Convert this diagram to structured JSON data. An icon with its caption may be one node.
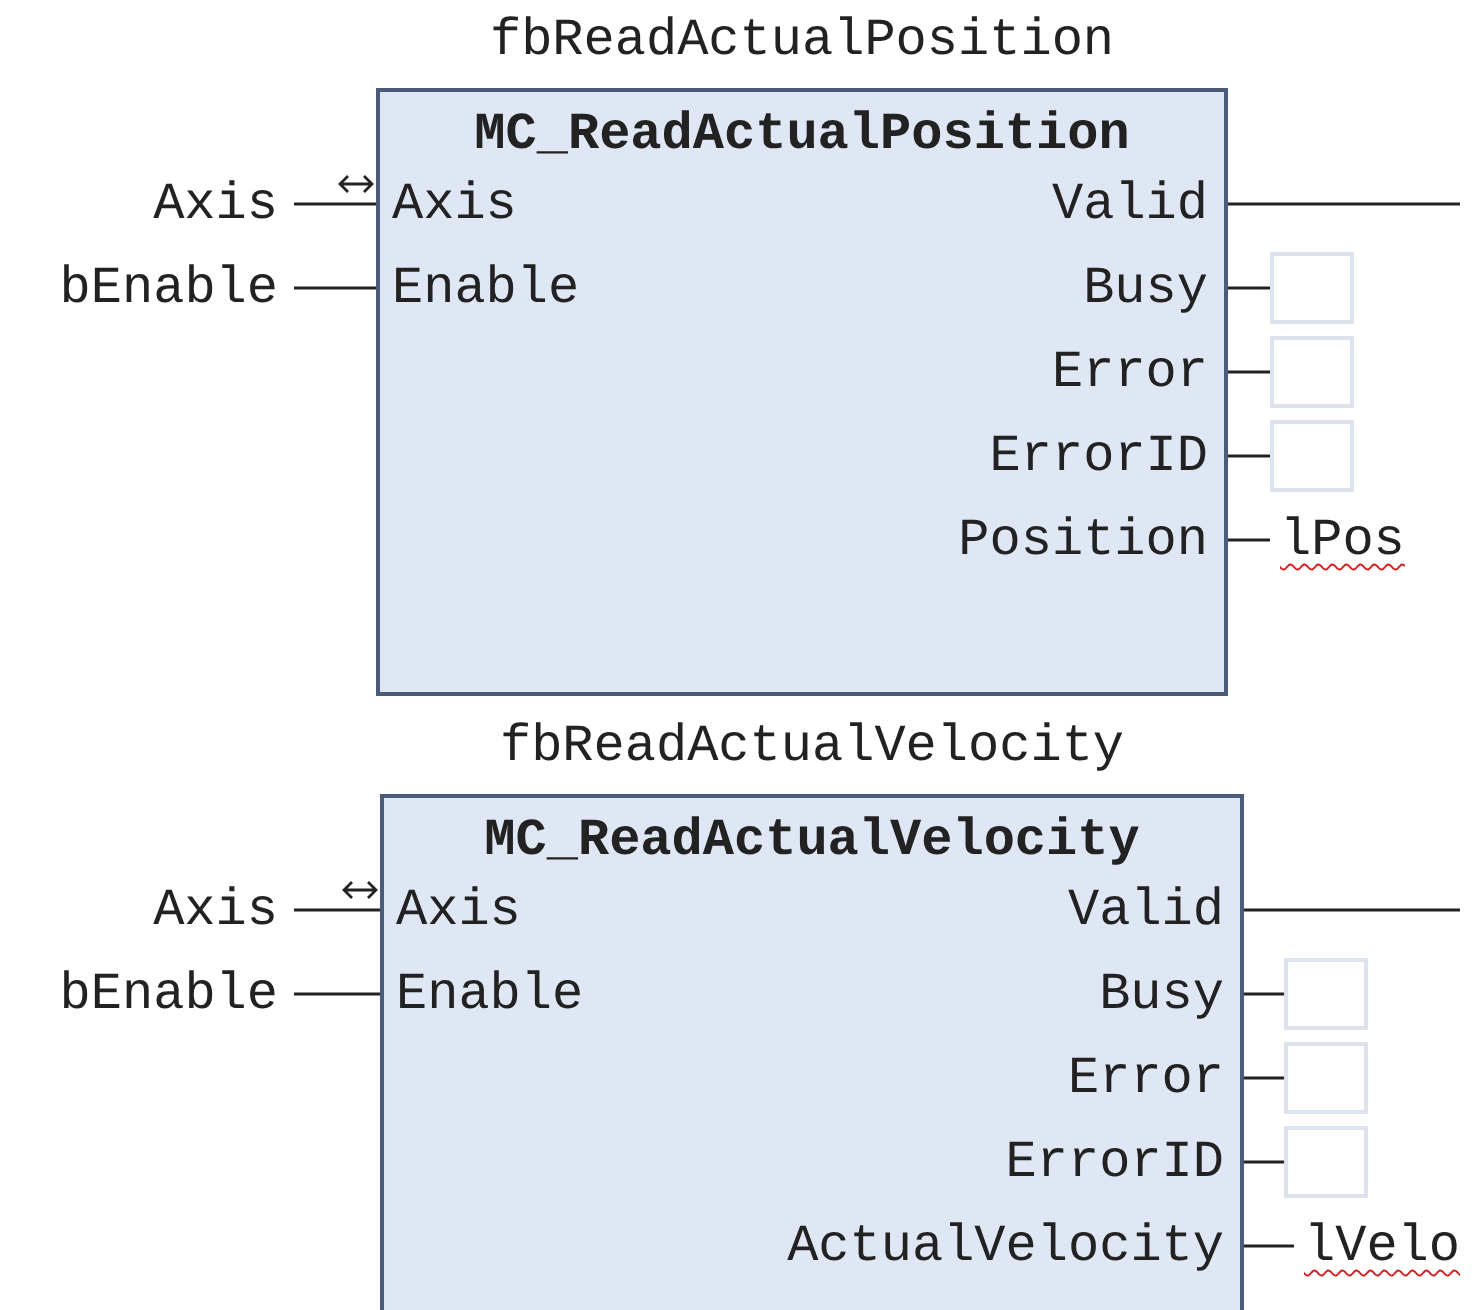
{
  "diagram": {
    "nodes": [
      {
        "text": [
          "fbReadActualPosition",
          "MC_ReadActualPosition",
          "Axis",
          "Enable",
          "Valid",
          "Busy",
          "Error",
          "ErrorID",
          "Position"
        ]
      },
      {
        "text": [
          "Axis"
        ]
      },
      {
        "text": [
          "bEnable"
        ]
      },
      {
        "text": [],
        "shape": "box"
      },
      {
        "text": [],
        "shape": "box"
      },
      {
        "text": [],
        "shape": "box"
      },
      {
        "text": [
          "lPos"
        ]
      },
      {
        "text": [
          "fbReadActualVelocity",
          "MC_ReadActualVelocity",
          "Axis",
          "Enable",
          "Valid",
          "Busy",
          "Error",
          "ErrorID",
          "ActualVelocity"
        ]
      },
      {
        "text": [
          "Axis"
        ]
      },
      {
        "text": [
          "bEnable"
        ]
      },
      {
        "text": [],
        "shape": "box"
      },
      {
        "text": [],
        "shape": "box"
      },
      {
        "text": [],
        "shape": "box"
      },
      {
        "text": [
          "lVelo"
        ]
      }
    ],
    "edges": [
      {
        "from": 1,
        "to": 0,
        "arrow": "none"
      },
      {
        "from": 2,
        "to": 0,
        "arrow": "none"
      },
      {
        "from": 0,
        "to": null,
        "arrow": "none"
      },
      {
        "from": 0,
        "to": 3,
        "arrow": "none"
      },
      {
        "from": 0,
        "to": 4,
        "arrow": "none"
      },
      {
        "from": 0,
        "to": 5,
        "arrow": "none"
      },
      {
        "from": 0,
        "to": 6,
        "arrow": "none"
      },
      {
        "from": 8,
        "to": 7,
        "arrow": "none"
      },
      {
        "from": 9,
        "to": 7,
        "arrow": "none"
      },
      {
        "from": 7,
        "to": null,
        "arrow": "none"
      },
      {
        "from": 7,
        "to": 10,
        "arrow": "none"
      },
      {
        "from": 7,
        "to": 11,
        "arrow": "none"
      },
      {
        "from": 7,
        "to": 12,
        "arrow": "none"
      },
      {
        "from": 7,
        "to": 13,
        "arrow": "none"
      }
    ]
  }
}
